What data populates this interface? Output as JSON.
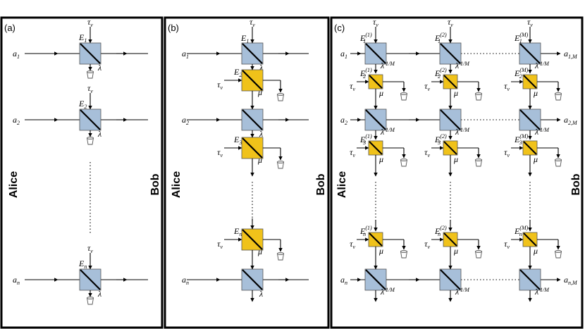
{
  "panels": [
    {
      "id": "a",
      "label": "(a)",
      "left_party": "",
      "right_party": "Bob"
    },
    {
      "id": "b",
      "label": "(b)",
      "left_party": "Alice",
      "right_party": "Bob"
    },
    {
      "id": "c",
      "label": "(c)",
      "left_party": "Alice",
      "right_party": "Bob"
    }
  ],
  "left_party_a": "Alice",
  "symbols": {
    "tau": "τ",
    "tau_sub": "ν",
    "lambda": "λ",
    "mu": "μ",
    "lambda_frac": "1/M",
    "mode_a": "a",
    "det_E": "E",
    "sub_1": "1",
    "sub_2": "2",
    "sub_3": "3",
    "sub_n": "n",
    "out_1M": "1,M",
    "out_2M": "2,M",
    "out_nM": "n,M",
    "sup_1": "(1)",
    "sup_2": "(2)",
    "sup_M": "(M)"
  },
  "colors": {
    "beamsplitter_lambda": "#a7bfd9",
    "beamsplitter_mu": "#f0c21a",
    "frame": "#000000"
  }
}
